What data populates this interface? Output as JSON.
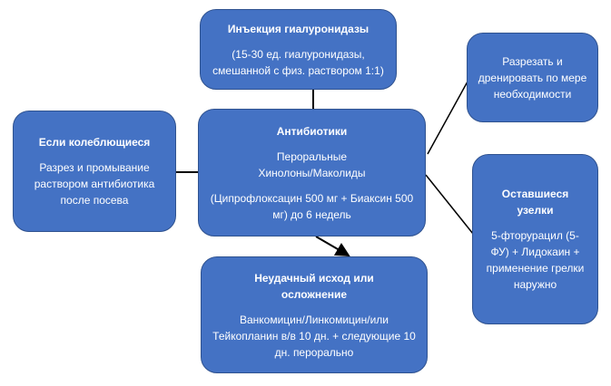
{
  "boxes": {
    "injection": {
      "title": "Инъекция гиалуронидазы",
      "text": "(15-30 ед. гиалуронидазы, смешанной с физ. раствором 1:1)"
    },
    "antibiotics": {
      "title": "Антибиотики",
      "text1": "Пероральные Хинолоны/Маколиды",
      "text2": "(Ципрофлоксацин 500 мг + Биаксин 500 мг) до 6 недель"
    },
    "fluctuant": {
      "title": "Если колеблющиеся",
      "text": "Разрез и промывание раствором антибиотика после посева"
    },
    "drain": {
      "text": "Разрезать и дренировать по мере необходимости"
    },
    "nodules": {
      "title": "Оставшиеся узелки",
      "text": "5-фторурацил (5-ФУ) + Лидокаин + применение грелки наружно"
    },
    "failure": {
      "title": "Неудачный исход или осложнение",
      "text": "Ванкомицин/Линкомицин/или Тейкопланин в/в 10 дн. + следующие 10 дн. перорально"
    }
  }
}
